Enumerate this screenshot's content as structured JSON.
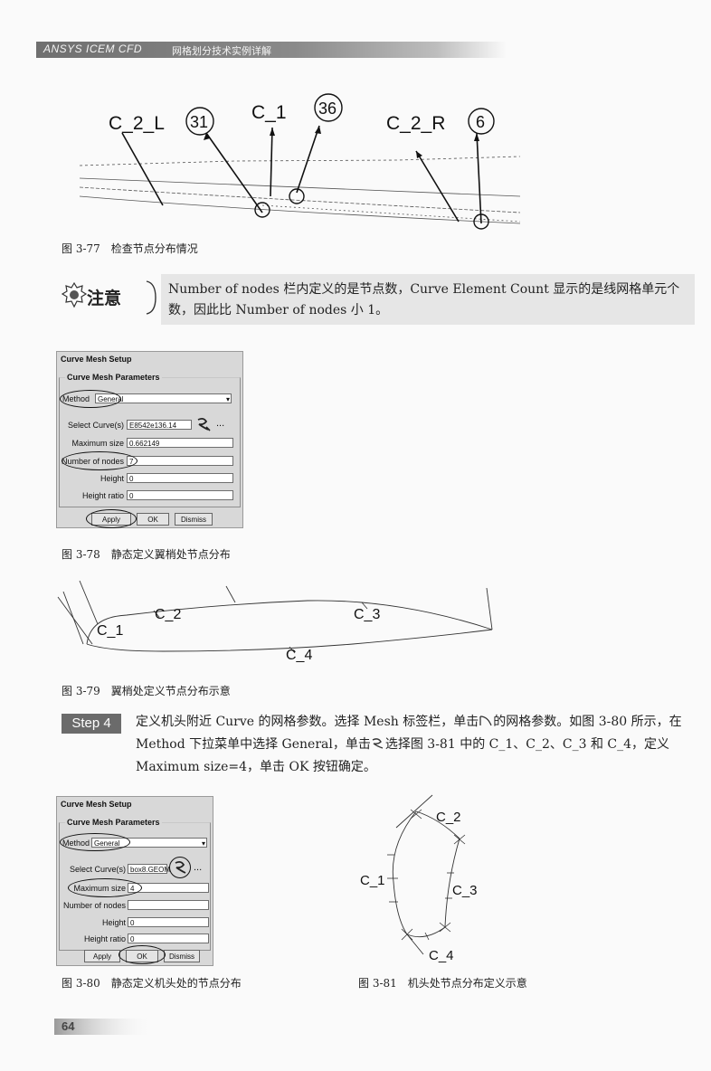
{
  "header": {
    "brand": "ANSYS ICEM CFD",
    "subtitle": "网格划分技术实例详解"
  },
  "fig77": {
    "caption_num": "图 3-77",
    "caption_text": "检查节点分布情况",
    "labels": {
      "c2l": "C_2_L",
      "c1": "C_1",
      "c2r": "C_2_R",
      "n31": "31",
      "n36": "36",
      "n6": "6"
    }
  },
  "note": {
    "label": "注意",
    "text": "Number of nodes 栏内定义的是节点数，Curve Element Count 显示的是线网格单元个数，因此比 Number of nodes 小 1。"
  },
  "dialog78": {
    "title": "Curve Mesh Setup",
    "group": "Curve Mesh Parameters",
    "method_label": "Method",
    "method_value": "General",
    "select_label": "Select Curve(s)",
    "select_value": "E8542e136.14",
    "maxsize_label": "Maximum size",
    "maxsize_value": "0.662149",
    "nodes_label": "Number of nodes",
    "nodes_value": "7",
    "height_label": "Height",
    "height_value": "0",
    "ratio_label": "Height ratio",
    "ratio_value": "0",
    "apply": "Apply",
    "ok": "OK",
    "dismiss": "Dismiss",
    "dots": "..."
  },
  "fig78": {
    "caption_num": "图 3-78",
    "caption_text": "静态定义翼梢处节点分布"
  },
  "fig79": {
    "labels": {
      "c1": "C_1",
      "c2": "C_2",
      "c3": "C_3",
      "c4": "C_4"
    },
    "caption_num": "图 3-79",
    "caption_text": "翼梢处定义节点分布示意"
  },
  "step": {
    "badge": "Step 4",
    "text_a": "定义机头附近 Curve 的网格参数。选择 Mesh 标签栏，单击",
    "text_b": "的网格参数。如图 3-80 所示，在 Method 下拉菜单中选择 General，单击",
    "text_c": "选择图 3-81 中的 C_1、C_2、C_3 和 C_4，定义 Maximum size=4，单击 OK 按钮确定。"
  },
  "dialog80": {
    "title": "Curve Mesh Setup",
    "group": "Curve Mesh Parameters",
    "method_label": "Method",
    "method_value": "General",
    "select_label": "Select Curve(s)",
    "select_value": "box8.GEOM",
    "maxsize_label": "Maximum size",
    "maxsize_value": "4",
    "nodes_label": "Number of nodes",
    "nodes_value": "",
    "height_label": "Height",
    "height_value": "0",
    "ratio_label": "Height ratio",
    "ratio_value": "0",
    "apply": "Apply",
    "ok": "OK",
    "dismiss": "Dismiss",
    "dots": "..."
  },
  "fig80": {
    "caption_num": "图 3-80",
    "caption_text": "静态定义机头处的节点分布"
  },
  "fig81": {
    "labels": {
      "c1": "C_1",
      "c2": "C_2",
      "c3": "C_3",
      "c4": "C_4"
    },
    "caption_num": "图 3-81",
    "caption_text": "机头处节点分布定义示意"
  },
  "page_number": "64"
}
